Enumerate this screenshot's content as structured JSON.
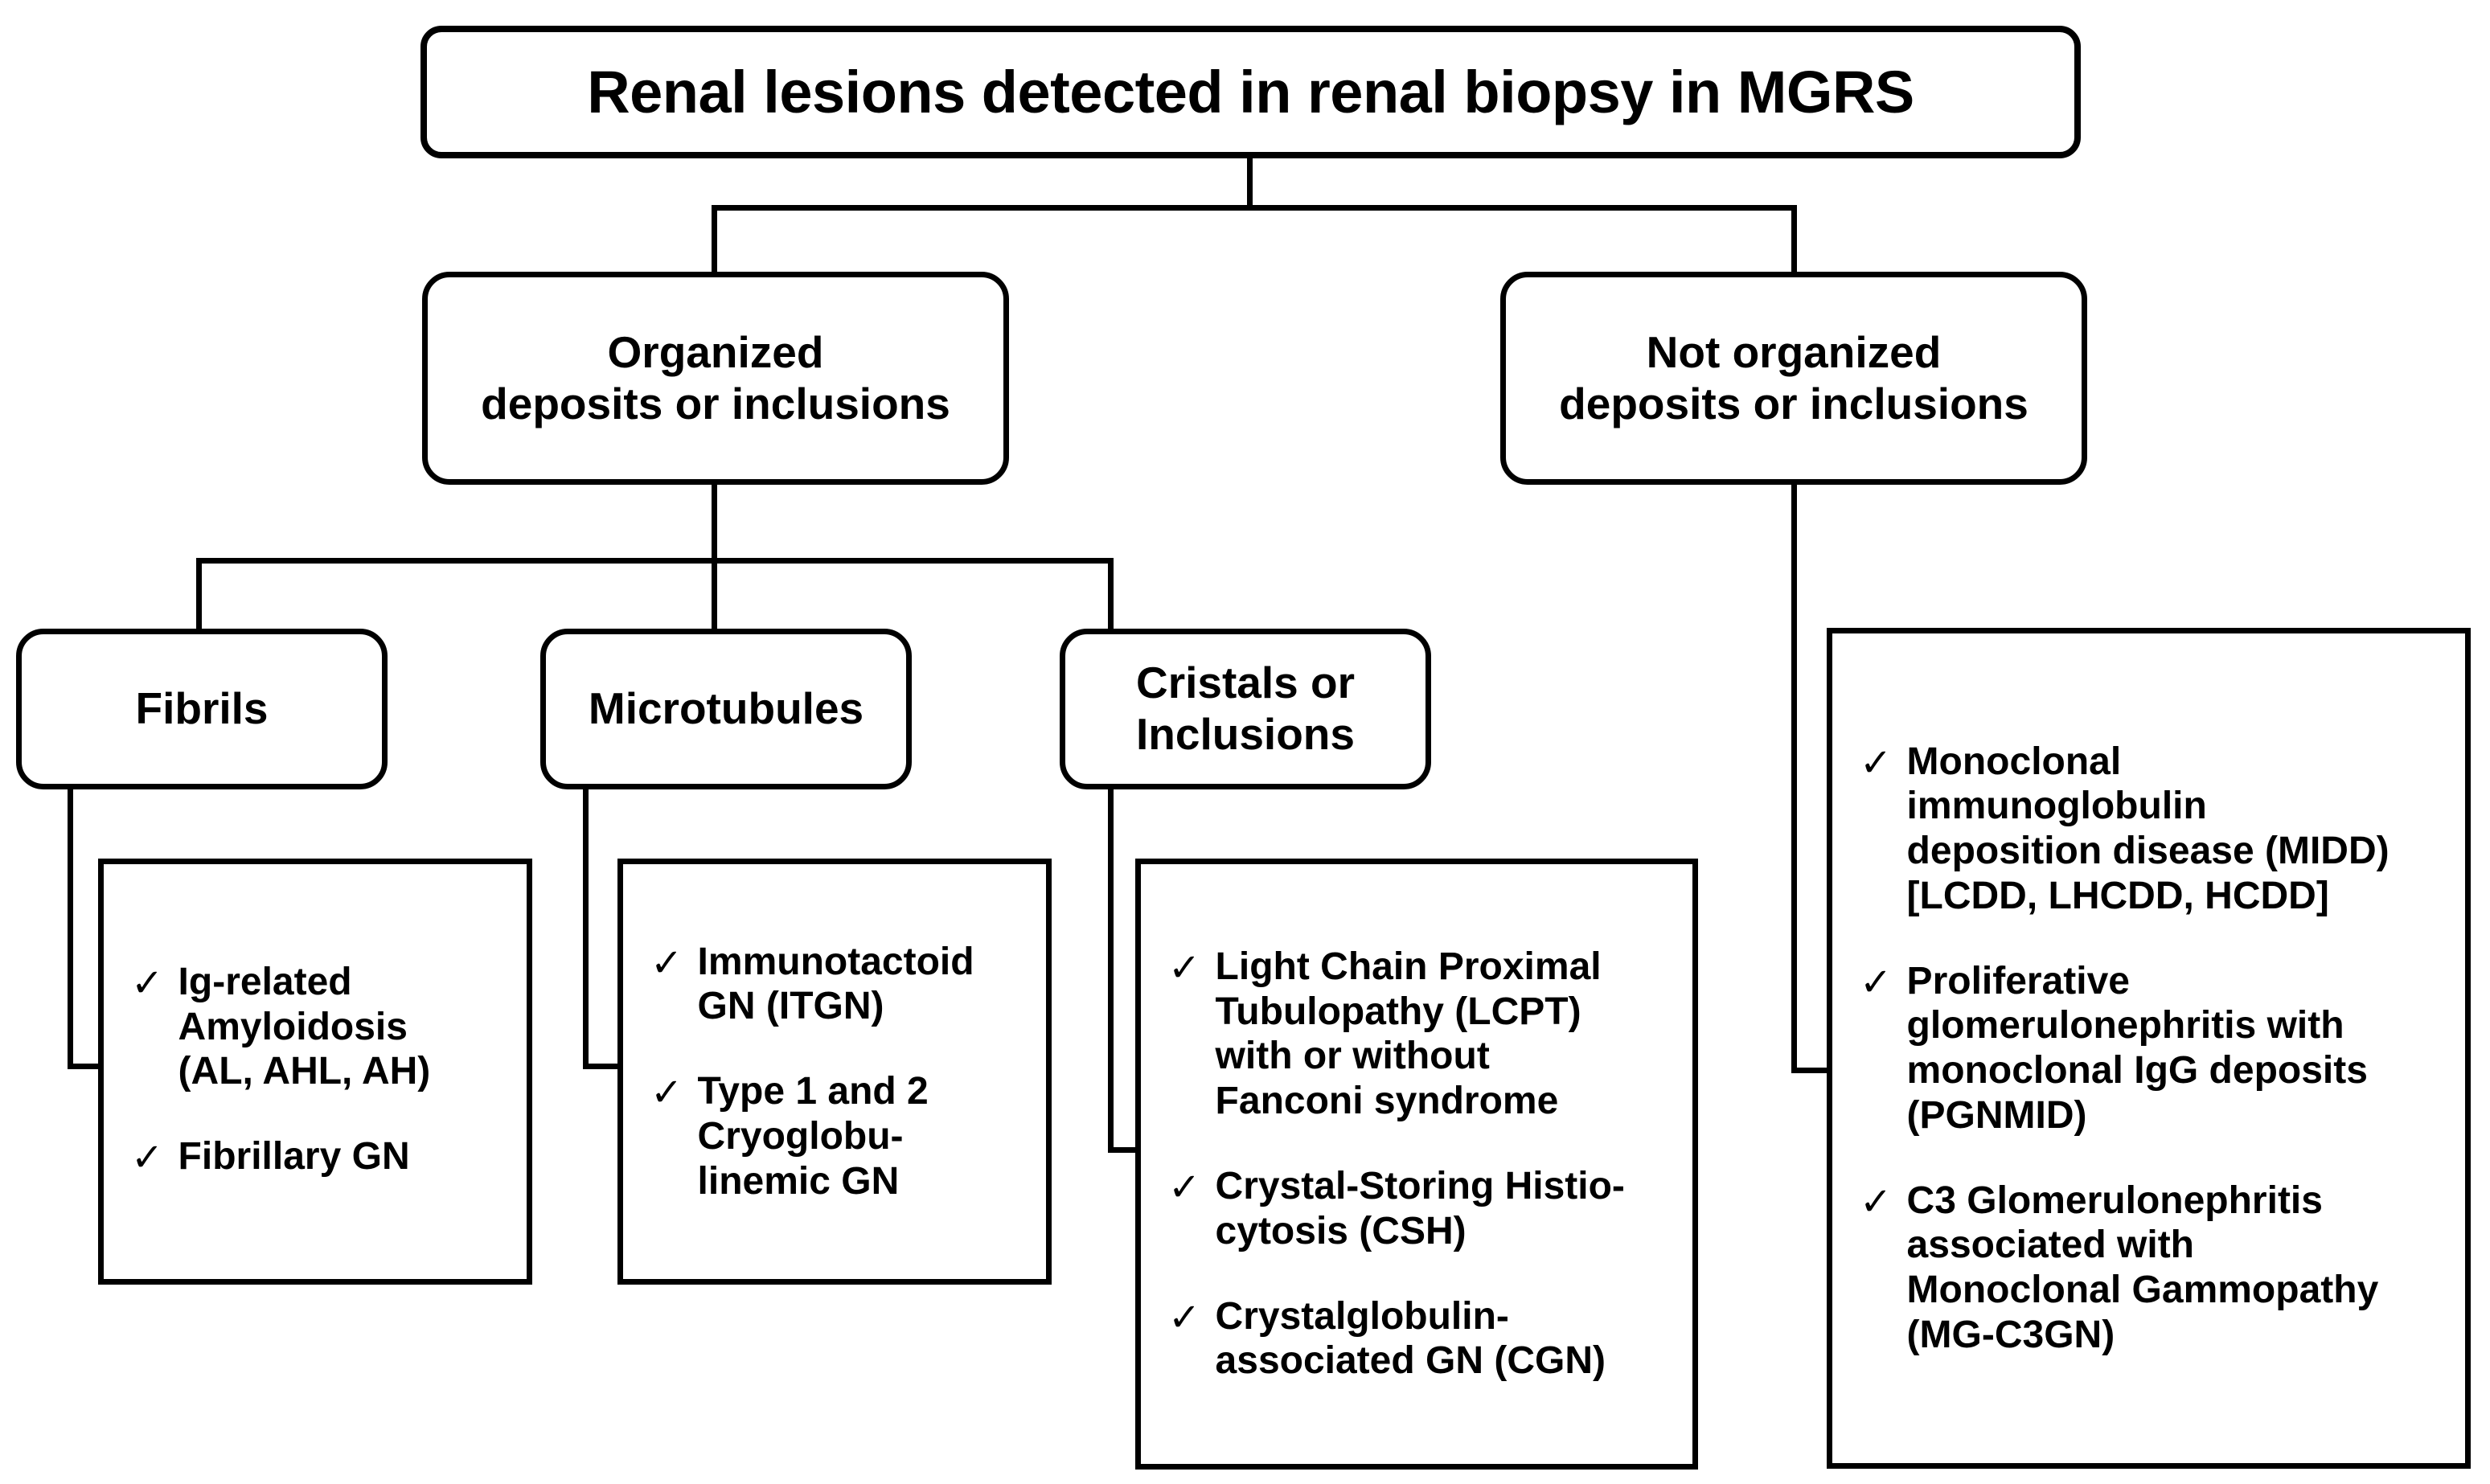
{
  "diagram": {
    "type": "flowchart",
    "title": "Renal lesions detected in renal biopsy in MGRS",
    "branches": {
      "organized": "Organized\ndeposits or inclusions",
      "not_organized": "Not organized\ndeposits or inclusions"
    },
    "categories": {
      "fibrils": "Fibrils",
      "microtubules": "Microtubules",
      "cristals": "Cristals or\nInclusions"
    },
    "check_glyph": "✓",
    "lists": {
      "fibrils": [
        "Ig-related\nAmyloidosis\n(AL, AHL, AH)",
        "Fibrillary GN"
      ],
      "microtubules": [
        "Immunotactoid\nGN (ITGN)",
        "Type 1 and 2\nCryoglobu-\nlinemic GN"
      ],
      "cristals": [
        "Light Chain Proximal\nTubulopathy (LCPT)\nwith or without\nFanconi syndrome",
        "Crystal-Storing Histio-\ncytosis (CSH)",
        "Crystalglobulin-\nassociated GN (CGN)"
      ],
      "not_organized": [
        "Monoclonal\nimmunoglobulin\ndeposition disease (MIDD)\n[LCDD, LHCDD, HCDD]",
        "Proliferative\nglomerulonephritis with\nmonoclonal IgG deposits\n(PGNMID)",
        "C3 Glomerulonephritis\nassociated with\nMonoclonal Gammopathy\n(MG-C3GN)"
      ]
    },
    "colors": {
      "stroke": "#000000",
      "fill": "#ffffff",
      "text": "#000000"
    }
  }
}
